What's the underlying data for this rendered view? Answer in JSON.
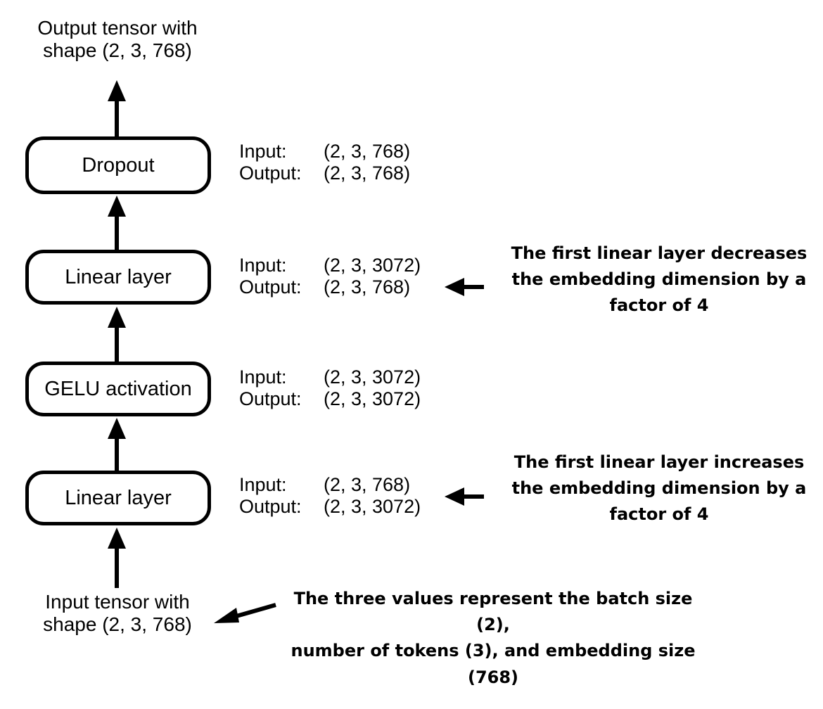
{
  "diagram": {
    "title_top": "Output tensor with\nshape (2, 3, 768)",
    "title_bottom": "Input tensor with\nshape (2, 3, 768)",
    "io_key_input": "Input:",
    "io_key_output": "Output:",
    "layers": [
      {
        "name": "Dropout",
        "label": "Dropout",
        "input_shape": "(2, 3, 768)",
        "output_shape": "(2, 3, 768)"
      },
      {
        "name": "Linear layer (second)",
        "label": "Linear layer",
        "input_shape": "(2, 3, 3072)",
        "output_shape": "(2, 3, 768)"
      },
      {
        "name": "GELU activation",
        "label": "GELU activation",
        "input_shape": "(2, 3, 3072)",
        "output_shape": "(2, 3, 3072)"
      },
      {
        "name": "Linear layer (first)",
        "label": "Linear layer",
        "input_shape": "(2, 3, 768)",
        "output_shape": "(2, 3, 3072)"
      }
    ],
    "notes": [
      {
        "name": "note-decrease",
        "text": "The first linear layer decreases\nthe embedding dimension by a\nfactor of 4"
      },
      {
        "name": "note-increase",
        "text": "The first linear layer increases\nthe embedding dimension by a\nfactor of 4"
      },
      {
        "name": "note-shape-meaning",
        "text": "The three values represent the batch size (2),\nnumber of tokens (3), and embedding size\n(768)"
      }
    ],
    "colors": {
      "stroke": "#000000",
      "background": "#ffffff",
      "text": "#000000"
    }
  }
}
